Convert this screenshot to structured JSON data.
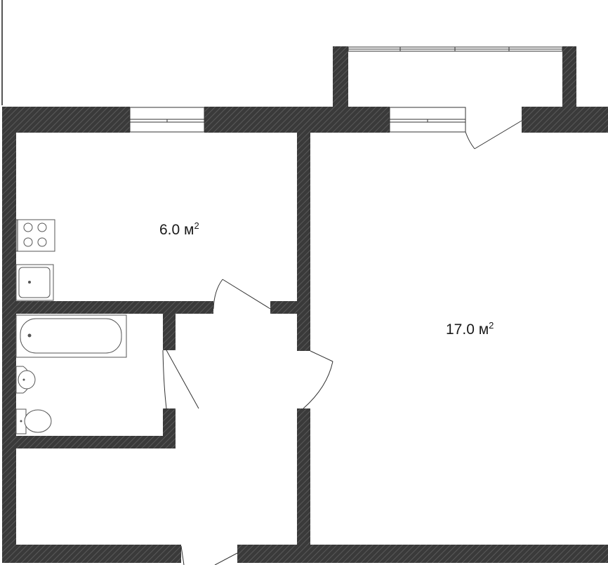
{
  "plan": {
    "rooms": [
      {
        "id": "kitchen",
        "area_value": "6.0 м",
        "area_sup": "2"
      },
      {
        "id": "living-room",
        "area_value": "17.0 м",
        "area_sup": "2"
      }
    ],
    "icons": [
      "stove-icon",
      "sink-icon",
      "bathtub-icon",
      "washbasin-icon",
      "toilet-icon"
    ],
    "colors": {
      "wall": "#3a3a3a",
      "hatch": "#555555",
      "background": "#ffffff",
      "line": "#333333"
    }
  }
}
